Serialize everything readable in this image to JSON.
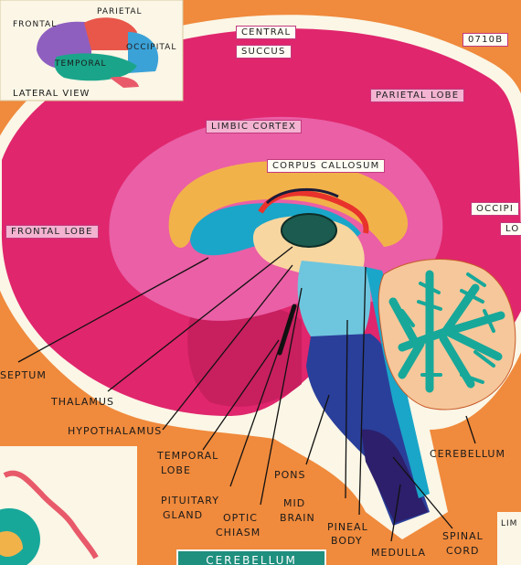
{
  "inset": {
    "title": "Lateral View",
    "frontal": "Frontal",
    "parietal": "Parietal",
    "temporal": "Temporal",
    "occipital": "Occipital"
  },
  "corner_tag": "0710B",
  "regions": {
    "central_line1": "Central",
    "central_line2": "Succus",
    "parietal_lobe": "Parietal Lobe",
    "limbic_cortex": "Limbic Cortex",
    "corpus_callosum": "Corpus Callosum",
    "frontal_lobe": "Frontal Lobe",
    "occipital_line1": "Occipi",
    "occipital_line2": "Lo"
  },
  "labels": {
    "septum": "Septum",
    "thalamus": "Thalamus",
    "hypothalamus": "Hypothalamus",
    "temporal_lobe_1": "Temporal",
    "temporal_lobe_2": "Lobe",
    "pons": "Pons",
    "pituitary_1": "Pituitary",
    "pituitary_2": "Gland",
    "optic_1": "Optic",
    "optic_2": "Chiasm",
    "midbrain_1": "Mid",
    "midbrain_2": "Brain",
    "pineal_1": "Pineal",
    "pineal_2": "Body",
    "medulla": "Medulla",
    "spinal_1": "Spinal",
    "spinal_2": "Cord",
    "cerebellum": "Cerebellum",
    "corner_small": "Lim"
  },
  "banner": "Cerebellum",
  "colors": {
    "background": "#f08a3c",
    "cortex": "#e0266d",
    "limbic": "#e85aa0",
    "corpus_callosum": "#f2b24a",
    "ventricle": "#1aa6c9",
    "brainstem": "#2a3f9a",
    "cerebellum_fill": "#f6c79a",
    "arbor_vitae": "#17a89a"
  }
}
